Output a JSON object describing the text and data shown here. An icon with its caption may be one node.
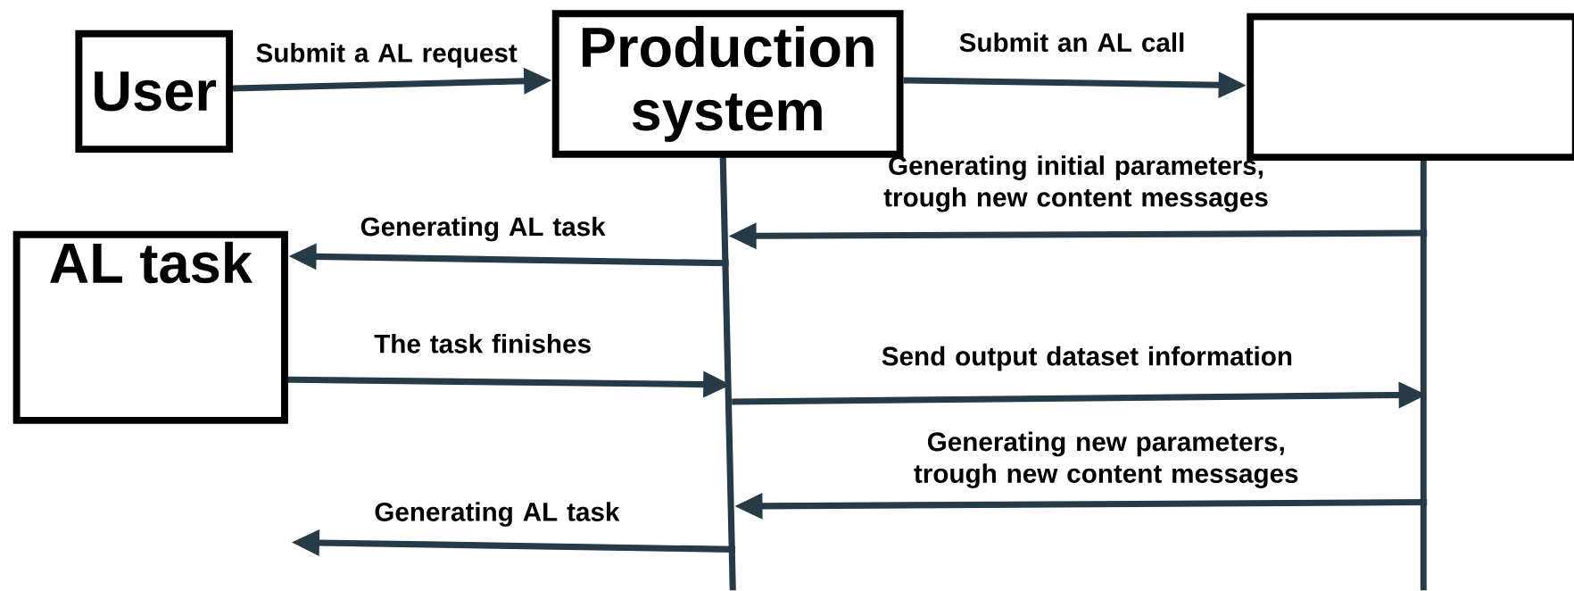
{
  "diagram": {
    "nodes": [
      {
        "text": [
          "User"
        ]
      },
      {
        "text": [
          "Production system"
        ]
      },
      {
        "text": [],
        "shape": "box"
      },
      {
        "text": [
          "AL task"
        ]
      }
    ],
    "edges": [
      {
        "from": 0,
        "to": 1,
        "arrow": "to",
        "label": "Submit a AL request"
      },
      {
        "from": 1,
        "to": 2,
        "arrow": "to",
        "label": "Submit an AL call"
      },
      {
        "from": 2,
        "to": 1,
        "arrow": "to",
        "label": "Generating initial parameters, trough new content messages"
      },
      {
        "from": 1,
        "to": 3,
        "arrow": "to",
        "label": "Generating AL task"
      },
      {
        "from": 3,
        "to": 1,
        "arrow": "to",
        "label": "The task finishes"
      },
      {
        "from": 1,
        "to": 2,
        "arrow": "to",
        "label": "Send output dataset information"
      },
      {
        "from": 2,
        "to": 1,
        "arrow": "to",
        "label": "Generating new parameters, trough new content messages"
      },
      {
        "from": 1,
        "to": null,
        "arrow": "to",
        "label": "Generating AL task"
      }
    ]
  }
}
